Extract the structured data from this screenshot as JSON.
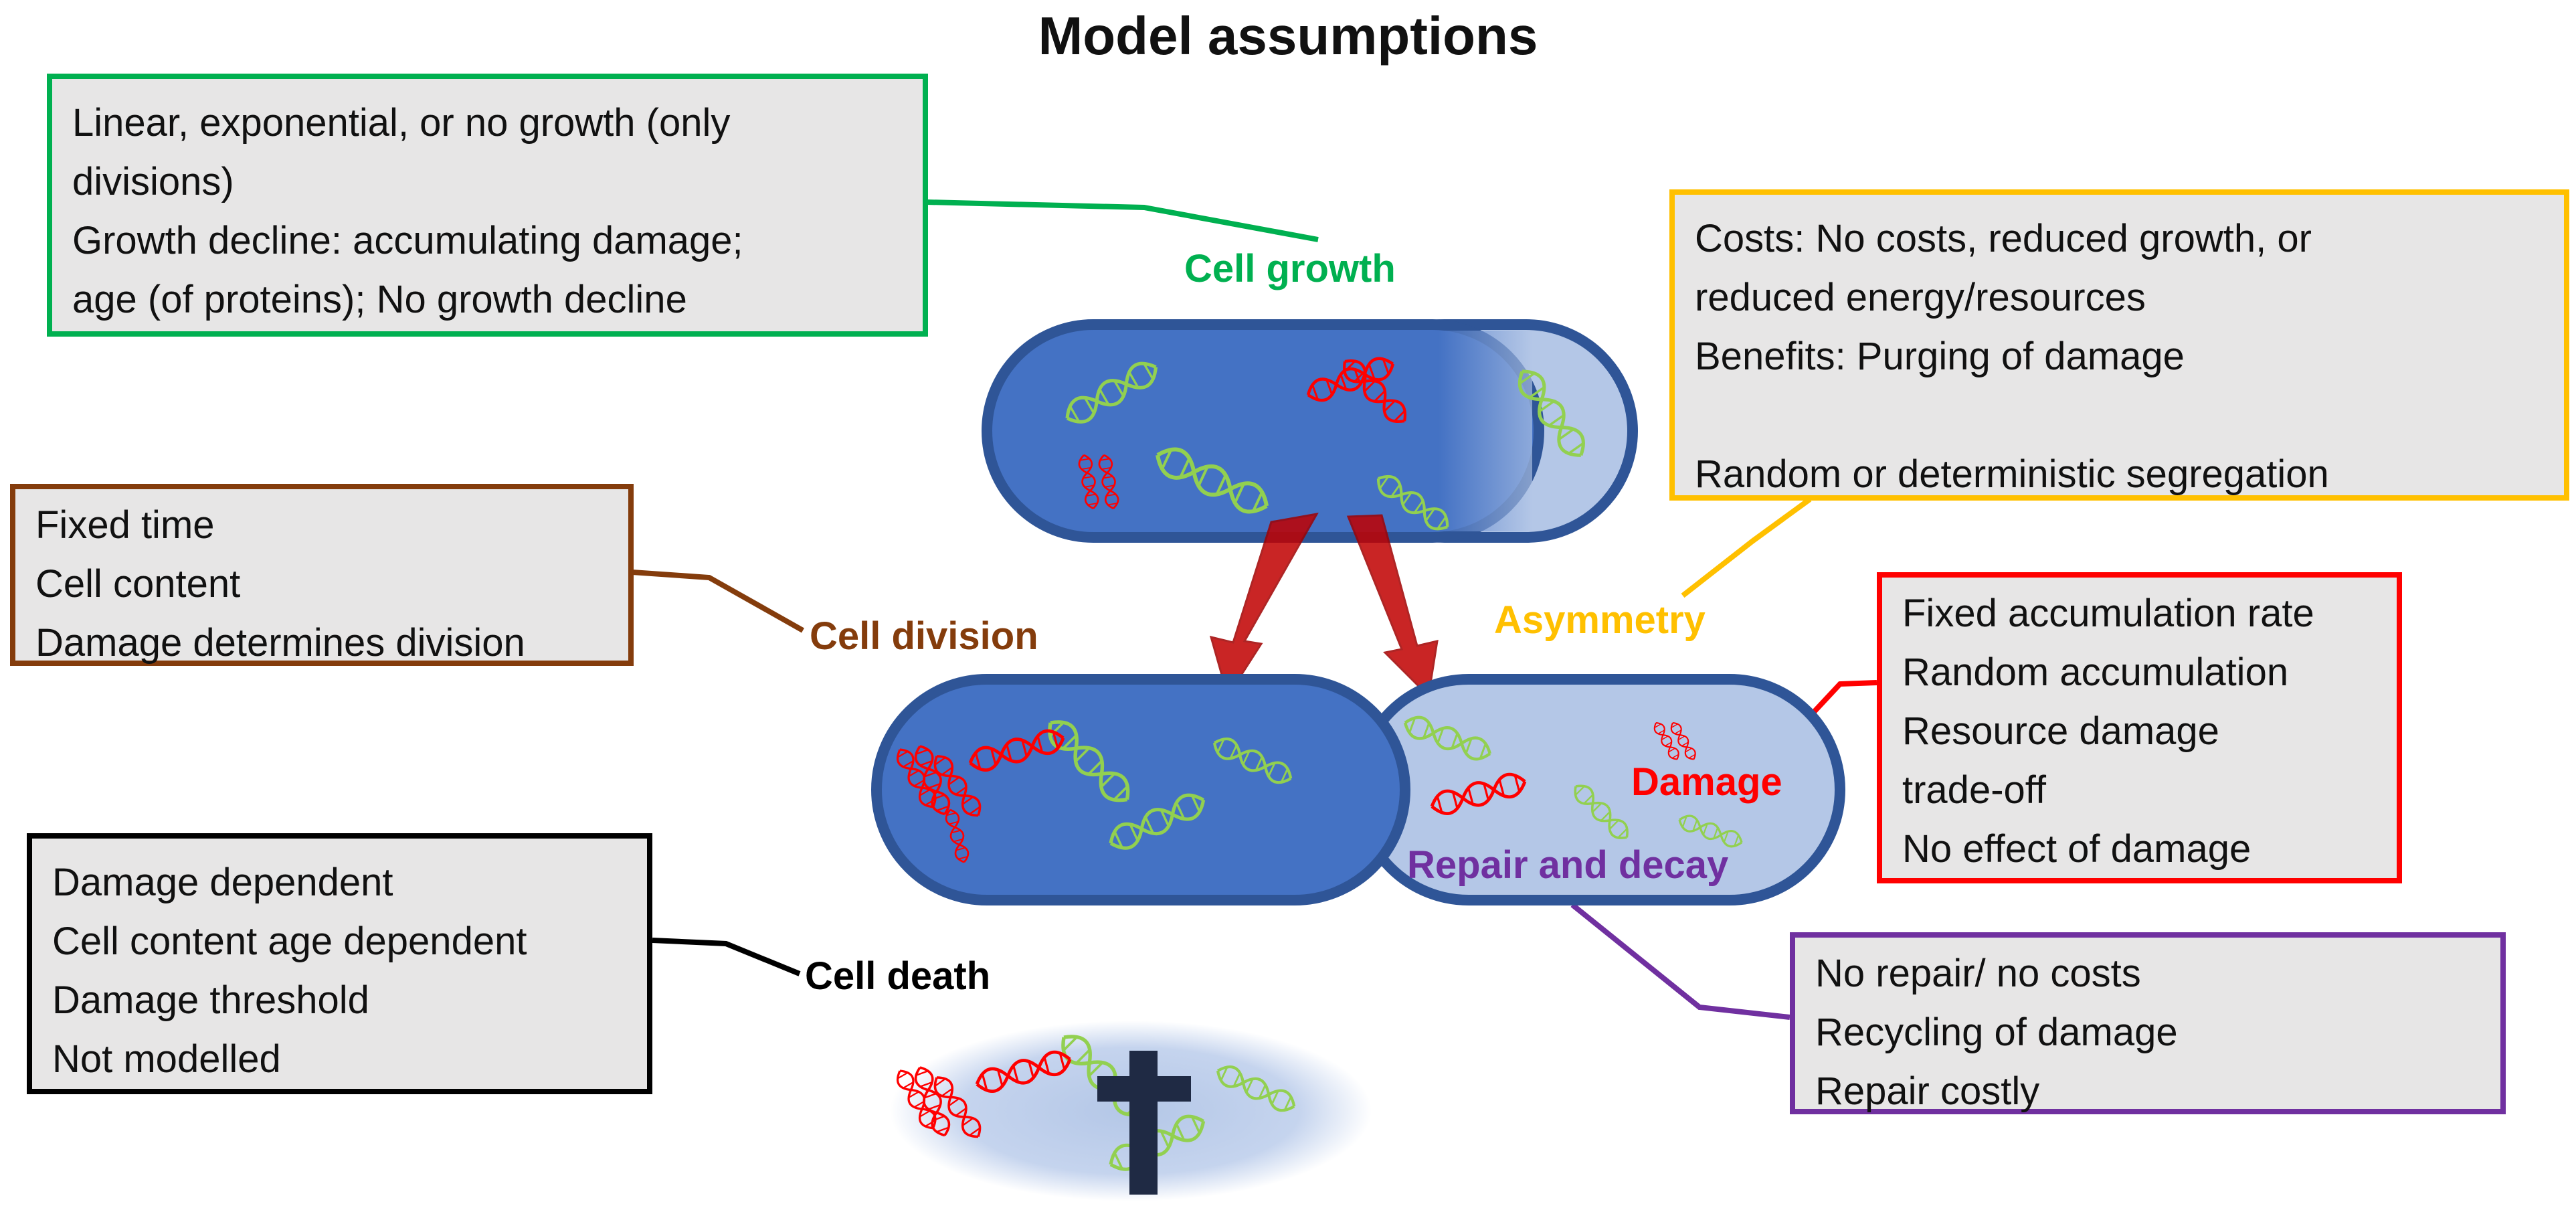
{
  "title": "Model assumptions",
  "labels": {
    "cell_growth": "Cell growth",
    "cell_division": "Cell division",
    "asymmetry": "Asymmetry",
    "damage": "Damage",
    "repair_and_decay": "Repair and decay",
    "cell_death": "Cell death"
  },
  "boxes": {
    "growth": [
      "Linear, exponential, or no growth (only",
      "divisions)",
      "Growth decline: accumulating damage;",
      "age (of proteins); No growth decline"
    ],
    "division": [
      "Fixed time",
      "Cell content",
      "Damage determines division"
    ],
    "death": [
      "Damage dependent",
      "Cell content age dependent",
      "Damage threshold",
      "Not modelled"
    ],
    "asymmetry": [
      "Costs: No costs, reduced growth, or",
      "reduced energy/resources",
      "Benefits: Purging of damage",
      "",
      "Random or deterministic segregation"
    ],
    "damage": [
      "Fixed accumulation rate",
      "Random accumulation",
      "Resource damage",
      "trade-off",
      "No effect of damage"
    ],
    "repair": [
      "No repair/ no costs",
      "Recycling of damage",
      "Repair costly"
    ]
  },
  "colors": {
    "growth": "#00b050",
    "division": "#843c0c",
    "death": "#000000",
    "asymmetry": "#ffc000",
    "damage": "#ff0000",
    "repair": "#7030a0",
    "cell_dark": "#4472c4",
    "cell_light": "#b4c7e7",
    "cell_border": "#2f5597",
    "arrow": "#c00000",
    "dna_green": "#92d050",
    "dna_red": "#ff0000",
    "cross": "#1f2a44"
  }
}
